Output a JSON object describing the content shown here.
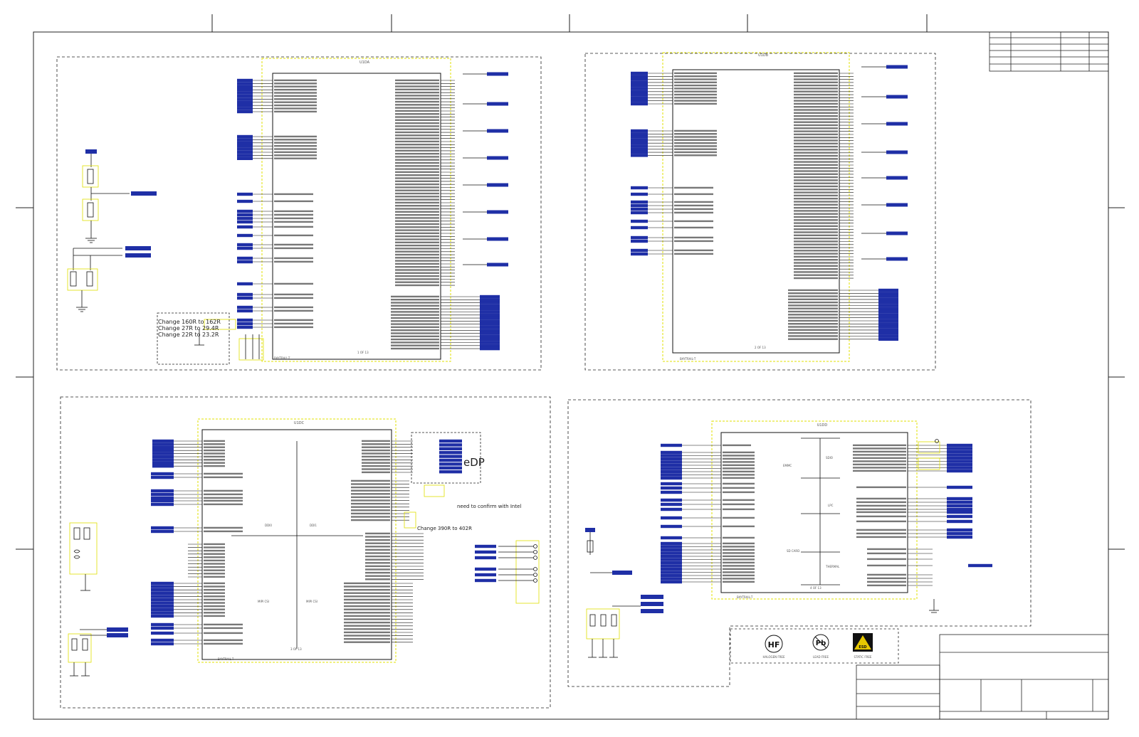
{
  "sheet": {
    "quadrants": [
      {
        "ref": "U1DA",
        "footer_part": "BAYTRAIL-T",
        "footer_page": "1 OF 13"
      },
      {
        "ref": "U1DB",
        "footer_part": "BAYTRAIL-T",
        "footer_page": "2 OF 13"
      },
      {
        "ref": "U1DC",
        "footer_part": "BAYTRAIL-T",
        "footer_page": "3 OF 13"
      },
      {
        "ref": "U1DD",
        "footer_part": "BAYTRAIL-T",
        "footer_page": "4 OF 13"
      }
    ]
  },
  "annotations": {
    "resistor_change_note": "Change 160R to 162R\nChange 27R to 29.4R\nChange 22R to 23.2R",
    "edp_label": "eDP",
    "confirm_note": "need to confirm with Intel",
    "change_390": "Change 390R to 402R"
  },
  "chip_c_sections": {
    "left": "DDI0",
    "right": "DDI1",
    "bottom_left": "MIPI CSI",
    "bottom_right": "MIPI CSI"
  },
  "chip_d_sections": {
    "top": "EMMC",
    "upper_mid": "SDIO",
    "mid": "LPC",
    "lower_mid": "SD CARD",
    "bottom": "THERMAL"
  },
  "logos": [
    {
      "glyph": "HF",
      "caption": "HALOGEN FREE"
    },
    {
      "glyph": "Pb",
      "caption": "LEAD FREE"
    },
    {
      "glyph": "ESD",
      "caption": "STATIC FREE"
    }
  ],
  "colors": {
    "net_blue": "#1f2fa6",
    "chip_outline": "#e0e000",
    "line": "#111111",
    "frame": "#222222"
  }
}
